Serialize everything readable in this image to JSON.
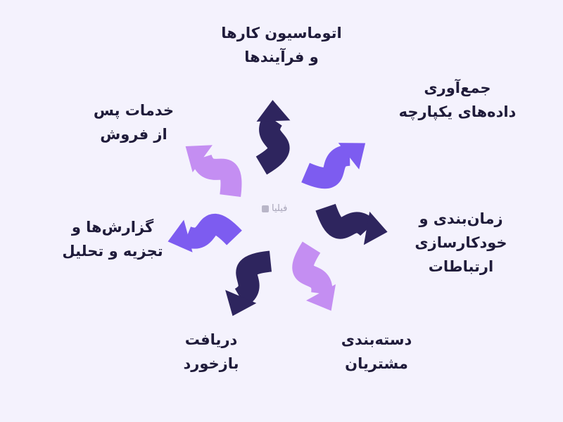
{
  "colors": {
    "background": "#f4f2fd",
    "dark": "#2e255e",
    "mid": "#7d5cf0",
    "light": "#c48ef2",
    "text": "#1f1b3a"
  },
  "logo": {
    "text": "فیلیا",
    "icon": "leaf-logo-icon"
  },
  "steps": [
    {
      "lines": [
        "اتوماسیون کارها",
        "و فرآیندها"
      ],
      "color": "dark"
    },
    {
      "lines": [
        "جمع‌آوری",
        "داده‌های یکپارچه"
      ],
      "color": "mid"
    },
    {
      "lines": [
        "زمان‌بندی و",
        "خودکارسازی",
        "ارتباطات"
      ],
      "color": "dark"
    },
    {
      "lines": [
        "دسته‌بندی",
        "مشتریان"
      ],
      "color": "light"
    },
    {
      "lines": [
        "دریافت",
        "بازخورد"
      ],
      "color": "dark"
    },
    {
      "lines": [
        "گزارش‌ها و",
        "تجزیه و تحلیل"
      ],
      "color": "mid"
    },
    {
      "lines": [
        "خدمات پس",
        "از فروش"
      ],
      "color": "light"
    }
  ]
}
